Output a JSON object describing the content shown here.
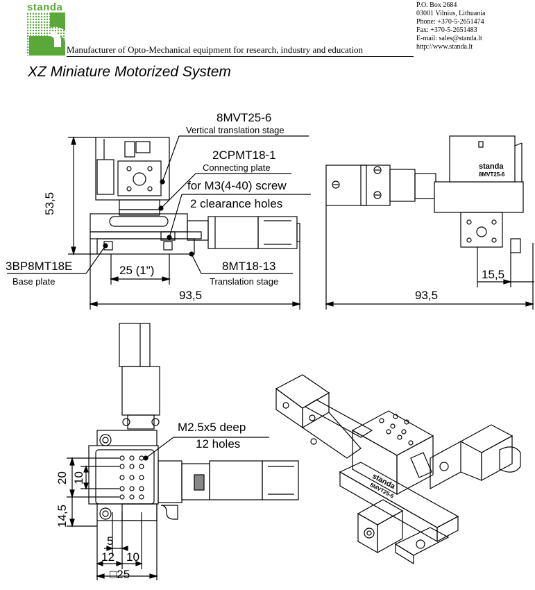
{
  "header": {
    "logo_text": "standa",
    "tagline": "Manufacturer of Opto-Mechanical equipment for research, industry and education",
    "contact": [
      "P.O. Box 2684",
      "03001 Vilnius, Lithuania",
      "Phone: +370-5-2651474",
      "Fax: +370-5-2651483",
      "E-mail: sales@standa.lt",
      "http://www.standa.lt"
    ],
    "brand_color": "#5aa83a"
  },
  "title": "XZ Miniature Motorized System",
  "front_view": {
    "callouts": [
      {
        "code": "8MVT25-6",
        "desc": "Vertical translation stage"
      },
      {
        "code": "2CPMT18-1",
        "desc": "Connecting plate"
      },
      {
        "code": "for M3(4-40) screw",
        "desc": "2 clearance holes"
      },
      {
        "code": "3BP8MT18E",
        "desc": "Base plate"
      },
      {
        "code": "8MT18-13",
        "desc": "Translation stage"
      }
    ],
    "dims": {
      "height": "53,5",
      "hole_spacing": "25 (1\")",
      "width": "93,5"
    }
  },
  "side_view": {
    "brand_mark": "standa",
    "model_mark": "8MVT25-6",
    "dims": {
      "offset": "15,5",
      "width": "93,5"
    }
  },
  "top_view": {
    "callout": {
      "line1": "M2.5x5 deep",
      "line2": "12 holes"
    },
    "dims": {
      "v20": "20",
      "v10": "10",
      "v14_5": "14,5",
      "h5": "5",
      "h12": "12",
      "h10": "10",
      "square": "□25"
    }
  },
  "iso_view": {
    "brand_mark": "standa",
    "model_mark": "8MVT25-6"
  }
}
